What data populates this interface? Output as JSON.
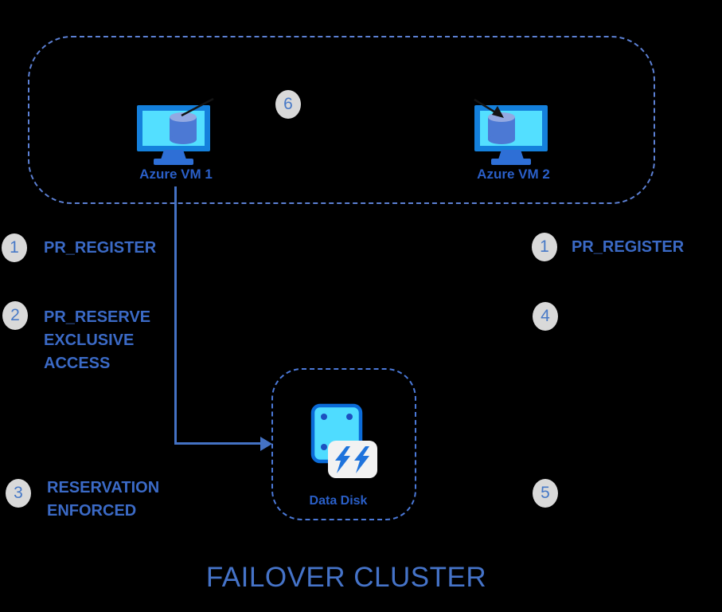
{
  "title": "FAILOVER CLUSTER",
  "cluster": {
    "vm1": {
      "label": "Azure VM 1"
    },
    "vm2": {
      "label": "Azure VM 2"
    },
    "step6": {
      "number": "6"
    }
  },
  "left_steps": [
    {
      "number": "1",
      "lines": [
        "PR_REGISTER"
      ]
    },
    {
      "number": "2",
      "lines": [
        "PR_RESERVE",
        "EXCLUSIVE",
        "ACCESS"
      ]
    },
    {
      "number": "3",
      "lines": [
        "RESERVATION",
        "ENFORCED"
      ]
    }
  ],
  "right_steps": [
    {
      "number": "1",
      "lines": [
        "PR_REGISTER"
      ]
    },
    {
      "number": "4",
      "lines": []
    },
    {
      "number": "5",
      "lines": []
    }
  ],
  "data_disk": {
    "label": "Data Disk"
  },
  "colors": {
    "accent_blue": "#4472C4",
    "step_label_blue": "#3B6AC6",
    "icon_label_blue": "#2A5FC8",
    "dashed_border_outer": "#5C80D4",
    "dashed_border_inner": "#4B79D8",
    "circle_fill": "#D9D9D9",
    "circle_number": "#4779C7",
    "monitor_frame": "#1480DC",
    "screen_cyan": "#53DFFF",
    "stand_blue": "#2E6FD6",
    "cylinder_body": "#4C79D4",
    "cylinder_top": "#93A9E2",
    "disk_border": "#0B6BD8",
    "disk_fill": "#4FDCFF",
    "disk_dot": "#1D50C0",
    "badge_fill": "#F2F2F2",
    "bolt_blue": "#1E73DC",
    "background": "#000000"
  }
}
